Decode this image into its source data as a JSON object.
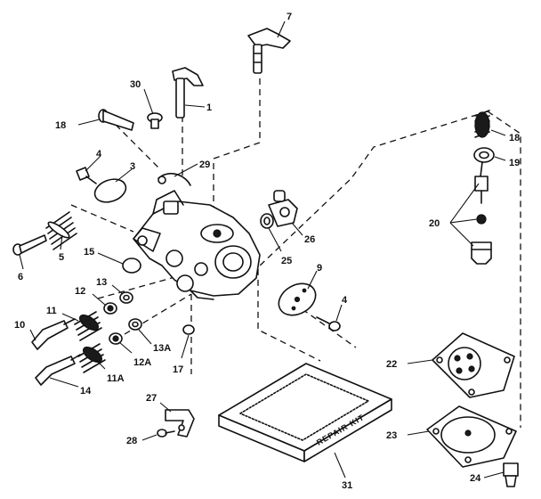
{
  "repair_kit_text": "REPAIR KIT",
  "callouts": [
    "7",
    "30",
    "1",
    "18",
    "4",
    "3",
    "29",
    "6",
    "5",
    "15",
    "13",
    "12",
    "11",
    "10",
    "14",
    "11A",
    "12A",
    "13A",
    "17",
    "26",
    "25",
    "9",
    "4",
    "18",
    "19",
    "20",
    "22",
    "23",
    "24",
    "27",
    "28",
    "31"
  ]
}
